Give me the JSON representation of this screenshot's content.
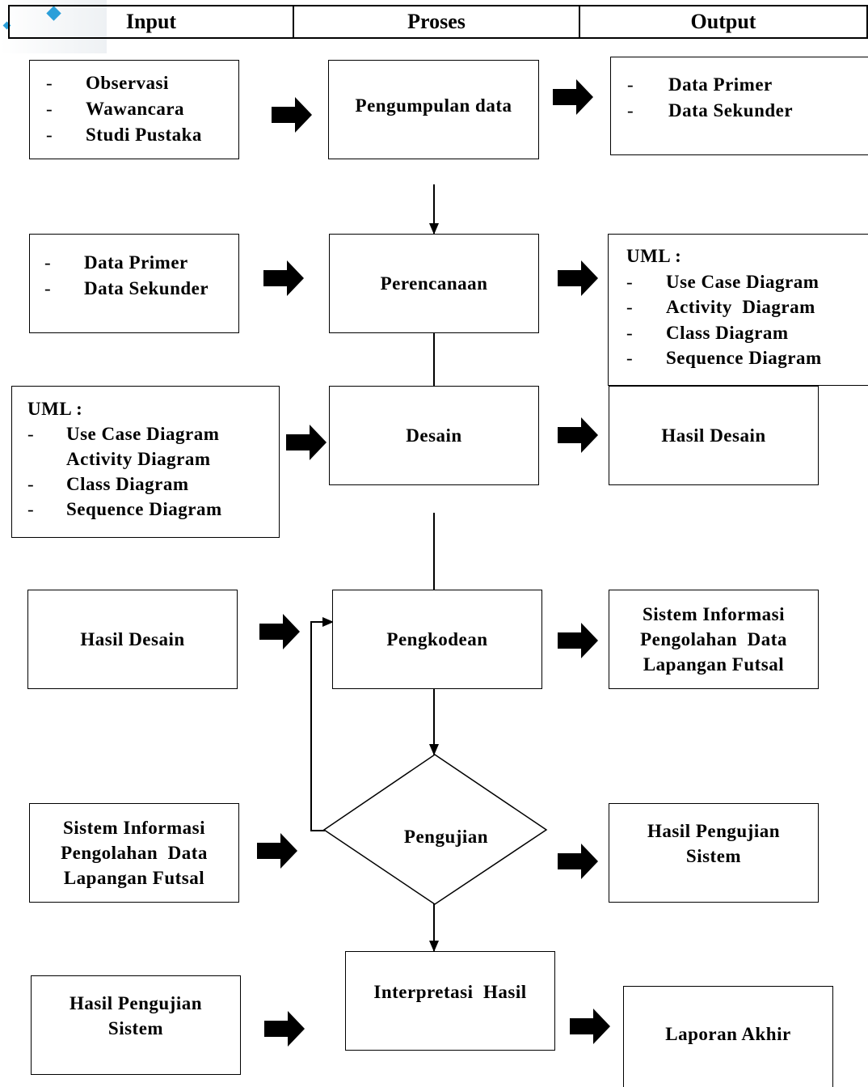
{
  "header": {
    "input": "Input",
    "proses": "Proses",
    "output": "Output"
  },
  "colors": {
    "ink": "#000000",
    "logo_accent": "#2b9fd9",
    "logo_fade": "#eef1f4"
  },
  "stages": [
    {
      "input": {
        "items": [
          "Observasi",
          "Wawancara",
          "Studi Pustaka"
        ]
      },
      "process": "Pengumpulan data",
      "output": {
        "items": [
          "Data Primer",
          "Data Sekunder"
        ]
      }
    },
    {
      "input": {
        "items": [
          "Data Primer",
          "Data Sekunder"
        ]
      },
      "process": "Perencanaan",
      "output": {
        "title": "UML :",
        "items": [
          "Use Case Diagram",
          "Activity  Diagram",
          "Class Diagram",
          "Sequence Diagram"
        ]
      }
    },
    {
      "input": {
        "title": "UML :",
        "items": [
          "Use Case Diagram",
          "Activity Diagram",
          "Class Diagram",
          "Sequence Diagram"
        ]
      },
      "process": "Desain",
      "output": {
        "lines": [
          "Hasil Desain"
        ]
      }
    },
    {
      "input": {
        "lines": [
          "Hasil Desain"
        ]
      },
      "process": "Pengkodean",
      "output": {
        "lines": [
          "Sistem Informasi",
          "Pengolahan  Data",
          "Lapangan Futsal"
        ]
      }
    },
    {
      "input": {
        "lines": [
          "Sistem Informasi",
          "Pengolahan  Data",
          "Lapangan Futsal"
        ]
      },
      "process": "Pengujian",
      "output": {
        "lines": [
          "Hasil Pengujian",
          "Sistem"
        ]
      }
    },
    {
      "input": {
        "lines": [
          "Hasil Pengujian",
          "Sistem"
        ]
      },
      "process": "Interpretasi  Hasil",
      "output": {
        "lines": [
          "Laporan Akhir"
        ]
      }
    }
  ],
  "dash": "-"
}
